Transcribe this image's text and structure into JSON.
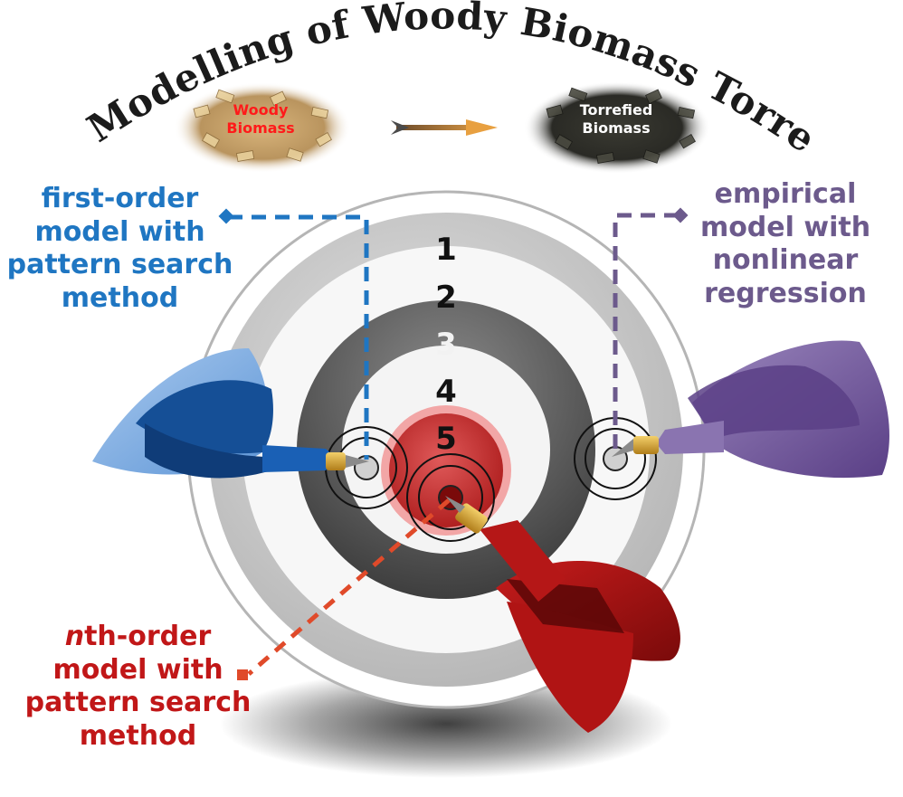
{
  "title": "Kinetic Modelling of Woody Biomass Torrefaction",
  "feedstock": {
    "raw_label": "Woody Biomass",
    "torrefied_label": "Torrefied Biomass"
  },
  "target": {
    "ring_labels": [
      "1",
      "2",
      "3",
      "4",
      "5"
    ]
  },
  "models": {
    "first_order": {
      "lines": [
        "first-order",
        "model with",
        "pattern search",
        "method"
      ],
      "color": "#1f76c2"
    },
    "empirical": {
      "lines": [
        "empirical",
        "model with",
        "nonlinear",
        "regression"
      ],
      "color": "#6c5a8c"
    },
    "nth_order": {
      "lines": [
        "nth-order",
        "model with",
        "pattern search",
        "method"
      ],
      "italic_prefix": "n",
      "first_line_rest": "th-order",
      "color": "#c11718"
    }
  }
}
